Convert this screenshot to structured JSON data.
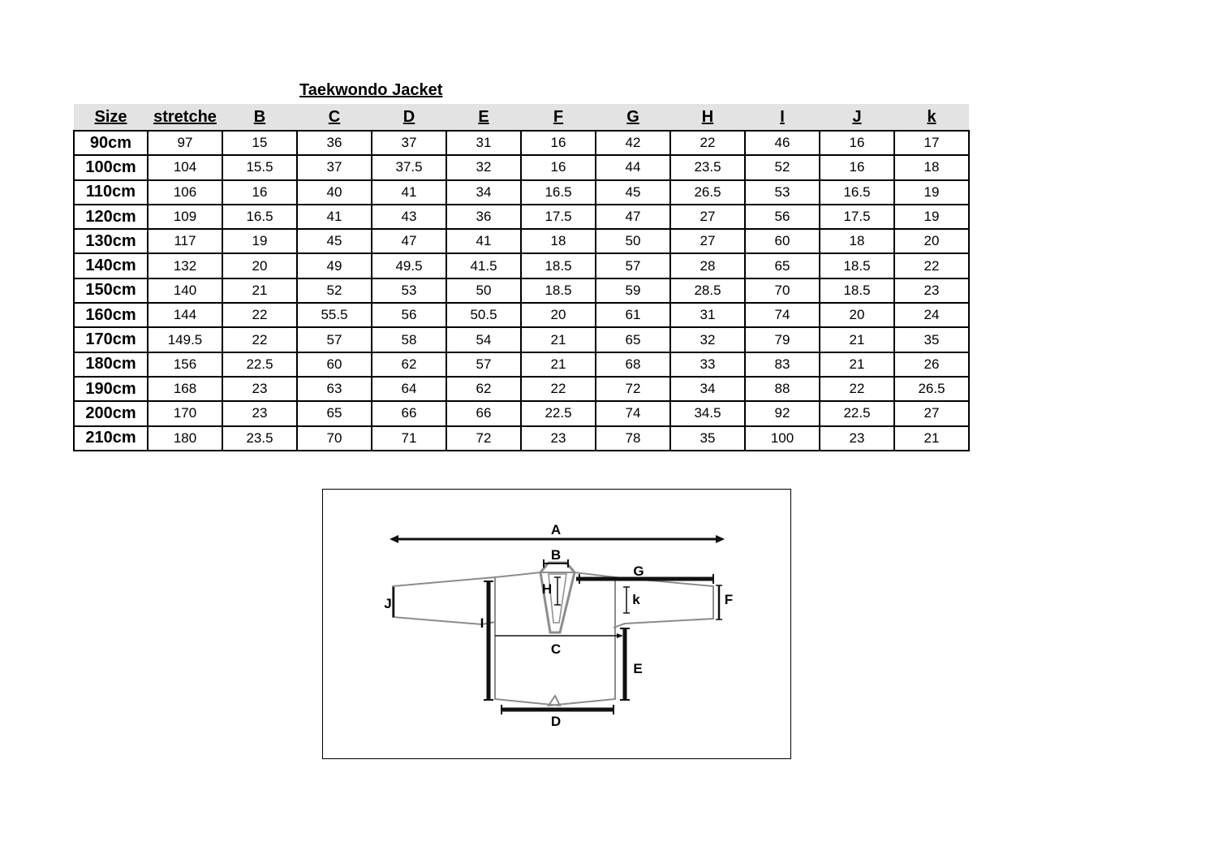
{
  "title": "Taekwondo Jacket",
  "table": {
    "headers": [
      "Size",
      "stretche",
      "B",
      "C",
      "D",
      "E",
      "F",
      "G",
      "H",
      "I",
      "J",
      "k"
    ],
    "rows": [
      [
        "90cm",
        "97",
        "15",
        "36",
        "37",
        "31",
        "16",
        "42",
        "22",
        "46",
        "16",
        "17"
      ],
      [
        "100cm",
        "104",
        "15.5",
        "37",
        "37.5",
        "32",
        "16",
        "44",
        "23.5",
        "52",
        "16",
        "18"
      ],
      [
        "110cm",
        "106",
        "16",
        "40",
        "41",
        "34",
        "16.5",
        "45",
        "26.5",
        "53",
        "16.5",
        "19"
      ],
      [
        "120cm",
        "109",
        "16.5",
        "41",
        "43",
        "36",
        "17.5",
        "47",
        "27",
        "56",
        "17.5",
        "19"
      ],
      [
        "130cm",
        "117",
        "19",
        "45",
        "47",
        "41",
        "18",
        "50",
        "27",
        "60",
        "18",
        "20"
      ],
      [
        "140cm",
        "132",
        "20",
        "49",
        "49.5",
        "41.5",
        "18.5",
        "57",
        "28",
        "65",
        "18.5",
        "22"
      ],
      [
        "150cm",
        "140",
        "21",
        "52",
        "53",
        "50",
        "18.5",
        "59",
        "28.5",
        "70",
        "18.5",
        "23"
      ],
      [
        "160cm",
        "144",
        "22",
        "55.5",
        "56",
        "50.5",
        "20",
        "61",
        "31",
        "74",
        "20",
        "24"
      ],
      [
        "170cm",
        "149.5",
        "22",
        "57",
        "58",
        "54",
        "21",
        "65",
        "32",
        "79",
        "21",
        "35"
      ],
      [
        "180cm",
        "156",
        "22.5",
        "60",
        "62",
        "57",
        "21",
        "68",
        "33",
        "83",
        "21",
        "26"
      ],
      [
        "190cm",
        "168",
        "23",
        "63",
        "64",
        "62",
        "22",
        "72",
        "34",
        "88",
        "22",
        "26.5"
      ],
      [
        "200cm",
        "170",
        "23",
        "65",
        "66",
        "66",
        "22.5",
        "74",
        "34.5",
        "92",
        "22.5",
        "27"
      ],
      [
        "210cm",
        "180",
        "23.5",
        "70",
        "71",
        "72",
        "23",
        "78",
        "35",
        "100",
        "23",
        "21"
      ]
    ]
  },
  "diagram": {
    "labels": {
      "A": "A",
      "B": "B",
      "C": "C",
      "D": "D",
      "E": "E",
      "F": "F",
      "G": "G",
      "H": "H",
      "I": "I",
      "J": "J",
      "k": "k"
    },
    "colors": {
      "outline": "#8c8c8c",
      "dimension": "#111111"
    }
  }
}
